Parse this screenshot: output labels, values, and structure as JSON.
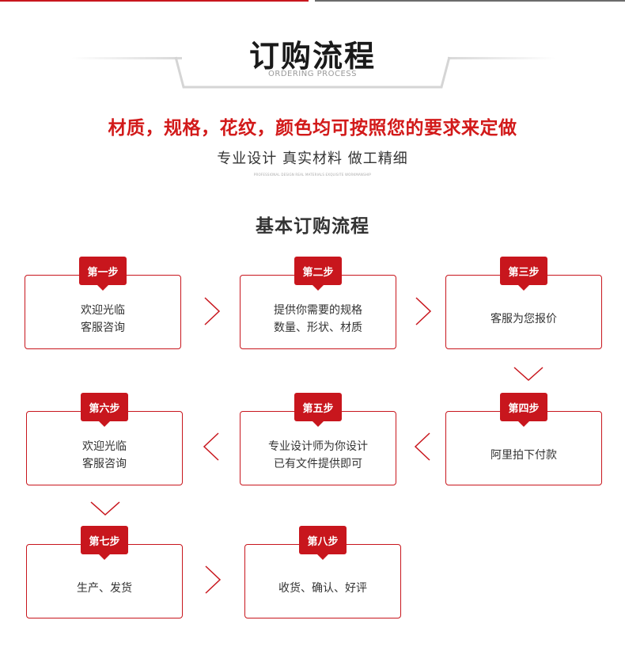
{
  "header": {
    "title": "订购流程",
    "subtitle": "ORDERING PROCESS"
  },
  "headline": "材质，规格，花纹，颜色均可按照您的要求来定做",
  "tagline": "专业设计 真实材料 做工精细",
  "tiny_text": "PROFESSIONAL DESIGN REAL MATERIALS EXQUISITE WORKMANSHIP",
  "section_title": "基本订购流程",
  "steps": [
    {
      "badge": "第一步",
      "line1": "欢迎光临",
      "line2": "客服咨询"
    },
    {
      "badge": "第二步",
      "line1": "提供你需要的规格",
      "line2": "数量、形状、材质"
    },
    {
      "badge": "第三步",
      "line1": "客服为您报价",
      "line2": ""
    },
    {
      "badge": "第四步",
      "line1": "阿里拍下付款",
      "line2": ""
    },
    {
      "badge": "第五步",
      "line1": "专业设计师为你设计",
      "line2": "已有文件提供即可"
    },
    {
      "badge": "第六步",
      "line1": "欢迎光临",
      "line2": "客服咨询"
    },
    {
      "badge": "第七步",
      "line1": "生产、发货",
      "line2": ""
    },
    {
      "badge": "第八步",
      "line1": "收货、确认、好评",
      "line2": ""
    }
  ],
  "colors": {
    "accent": "#c8161d",
    "headline": "#d21a1a",
    "text": "#333333"
  },
  "icons": [
    "chevron-right-icon",
    "chevron-left-icon",
    "chevron-down-icon"
  ]
}
